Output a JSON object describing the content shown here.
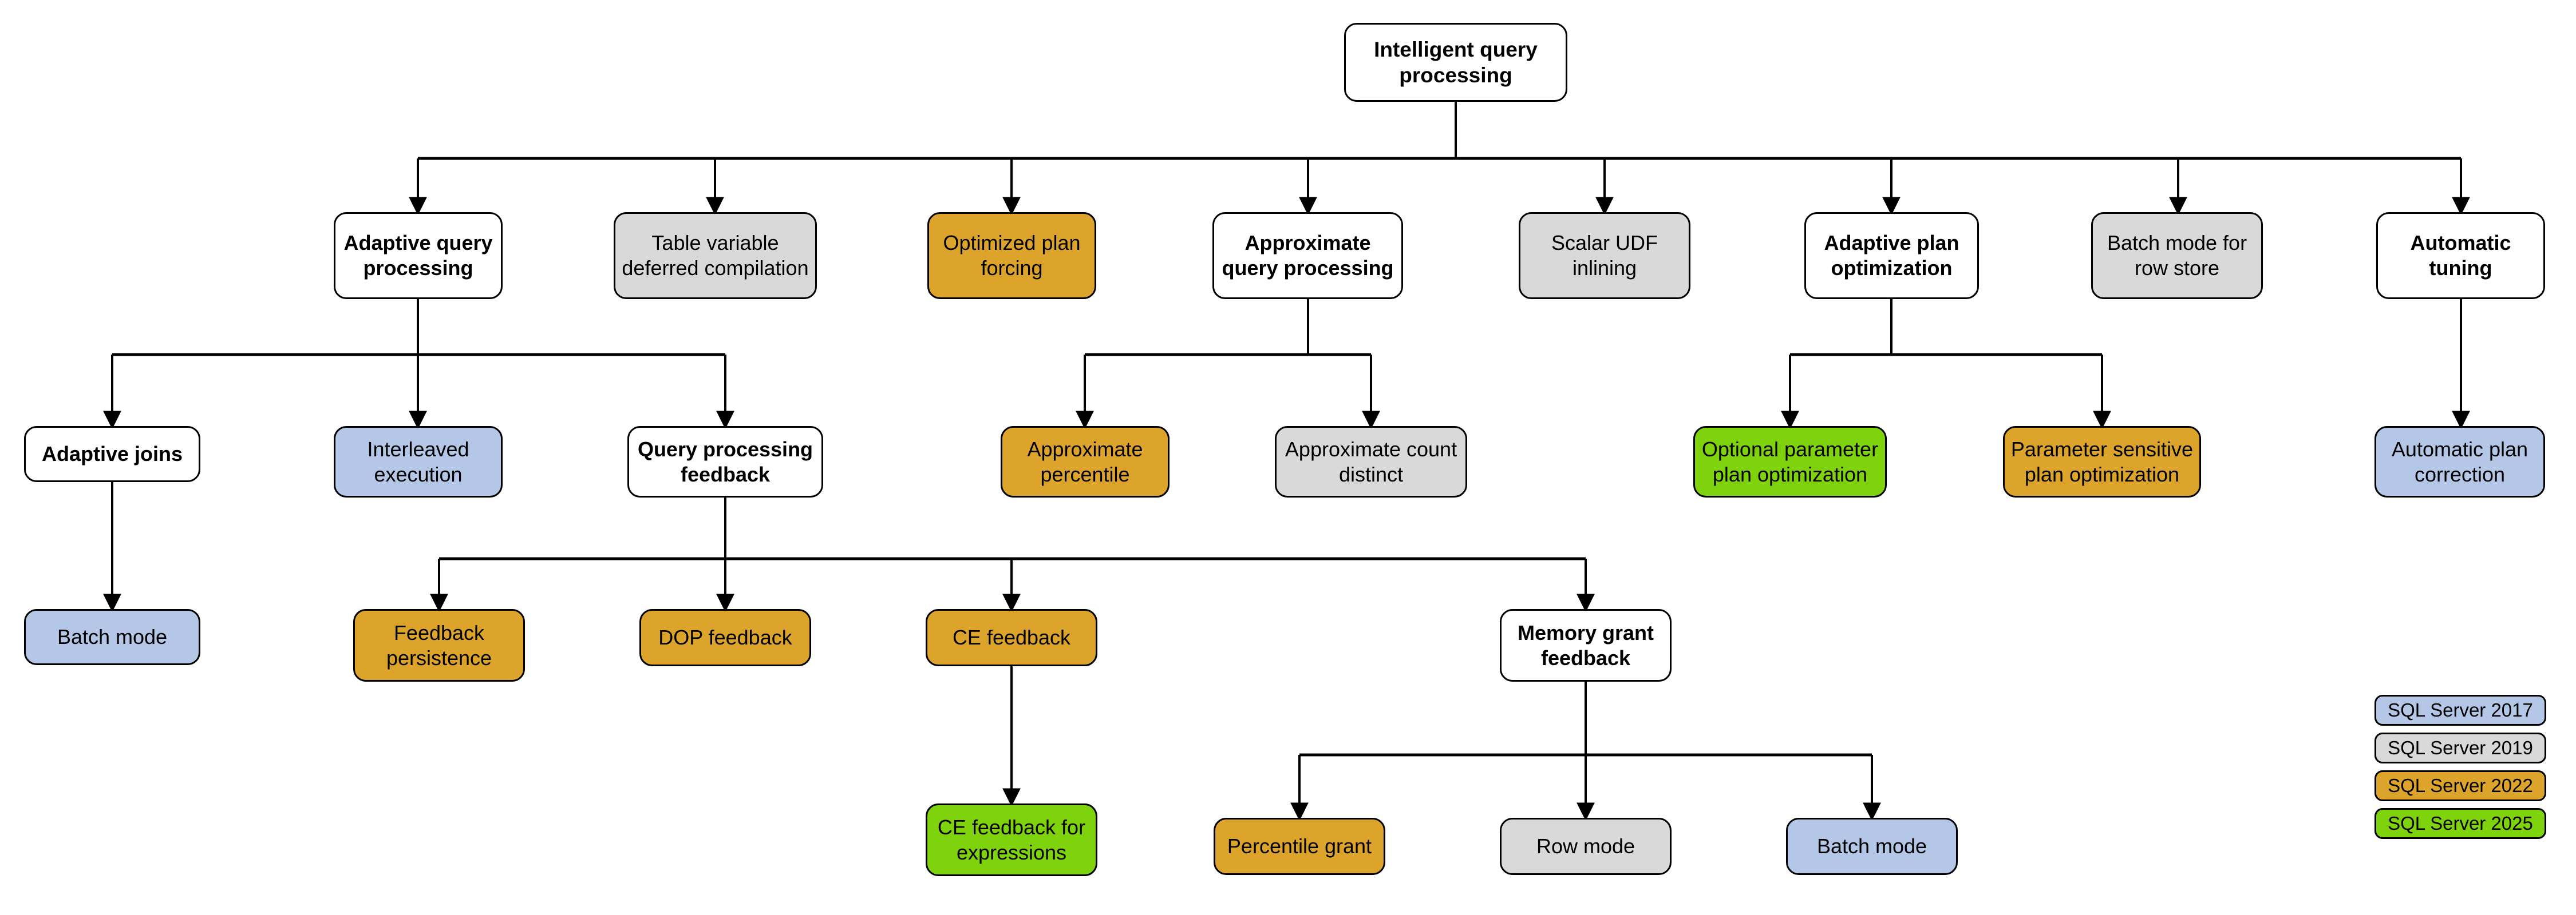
{
  "diagram": {
    "title": "Intelligent query processing",
    "colors": {
      "sql2017": "#b4c7e7",
      "sql2019": "#d9d9d9",
      "sql2022": "#dda42b",
      "sql2025": "#7ed30c",
      "base": "#ffffff",
      "stroke": "#000000"
    },
    "root": {
      "label": "Intelligent query processing",
      "version": "base"
    },
    "level2": [
      {
        "label": "Adaptive query processing",
        "version": "base"
      },
      {
        "label": "Table variable deferred compilation",
        "version": "sql2019"
      },
      {
        "label": "Optimized plan forcing",
        "version": "sql2022"
      },
      {
        "label": "Approximate query processing",
        "version": "base"
      },
      {
        "label": "Scalar UDF inlining",
        "version": "sql2019"
      },
      {
        "label": "Adaptive plan optimization",
        "version": "base"
      },
      {
        "label": "Batch mode for row store",
        "version": "sql2019"
      },
      {
        "label": "Automatic tuning",
        "version": "base"
      }
    ],
    "level3": [
      {
        "label": "Adaptive joins",
        "version": "base",
        "parent": "Adaptive query processing"
      },
      {
        "label": "Interleaved execution",
        "version": "sql2017",
        "parent": "Adaptive query processing"
      },
      {
        "label": "Query processing feedback",
        "version": "base",
        "parent": "Adaptive query processing"
      },
      {
        "label": "Approximate percentile",
        "version": "sql2022",
        "parent": "Approximate query processing"
      },
      {
        "label": "Approximate count distinct",
        "version": "sql2019",
        "parent": "Approximate query processing"
      },
      {
        "label": "Optional parameter plan optimization",
        "version": "sql2025",
        "parent": "Adaptive plan optimization"
      },
      {
        "label": "Parameter sensitive plan optimization",
        "version": "sql2022",
        "parent": "Adaptive plan optimization"
      },
      {
        "label": "Automatic plan correction",
        "version": "sql2017",
        "parent": "Automatic tuning"
      }
    ],
    "level4": [
      {
        "label": "Batch mode",
        "version": "sql2017",
        "parent": "Adaptive joins"
      },
      {
        "label": "Feedback persistence",
        "version": "sql2022",
        "parent": "Query processing feedback"
      },
      {
        "label": "DOP feedback",
        "version": "sql2022",
        "parent": "Query processing feedback"
      },
      {
        "label": "CE feedback",
        "version": "sql2022",
        "parent": "Query processing feedback"
      },
      {
        "label": "Memory grant feedback",
        "version": "base",
        "parent": "Query processing feedback"
      }
    ],
    "level5": [
      {
        "label": "CE feedback for expressions",
        "version": "sql2025",
        "parent": "CE feedback"
      },
      {
        "label": "Percentile grant",
        "version": "sql2022",
        "parent": "Memory grant feedback"
      },
      {
        "label": "Row mode",
        "version": "sql2019",
        "parent": "Memory grant feedback"
      },
      {
        "label": "Batch mode",
        "version": "sql2017",
        "parent": "Memory grant feedback"
      }
    ],
    "legend": [
      {
        "label": "SQL Server 2017",
        "version": "sql2017"
      },
      {
        "label": "SQL Server 2019",
        "version": "sql2019"
      },
      {
        "label": "SQL Server 2022",
        "version": "sql2022"
      },
      {
        "label": "SQL Server 2025",
        "version": "sql2025"
      }
    ]
  }
}
